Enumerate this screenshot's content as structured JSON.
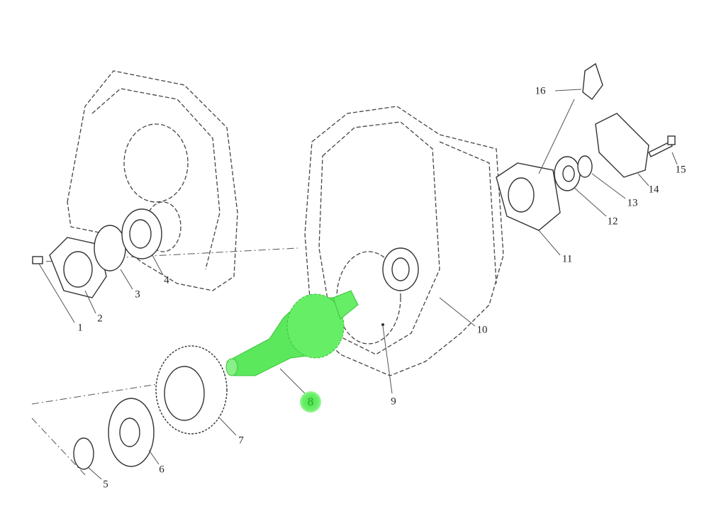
{
  "diagram": {
    "type": "exploded-parts-view",
    "highlight_color": "#55e855",
    "highlighted_part": "8",
    "callouts": [
      "1",
      "2",
      "3",
      "4",
      "5",
      "6",
      "7",
      "8",
      "9",
      "10",
      "11",
      "12",
      "13",
      "14",
      "15",
      "16"
    ]
  }
}
